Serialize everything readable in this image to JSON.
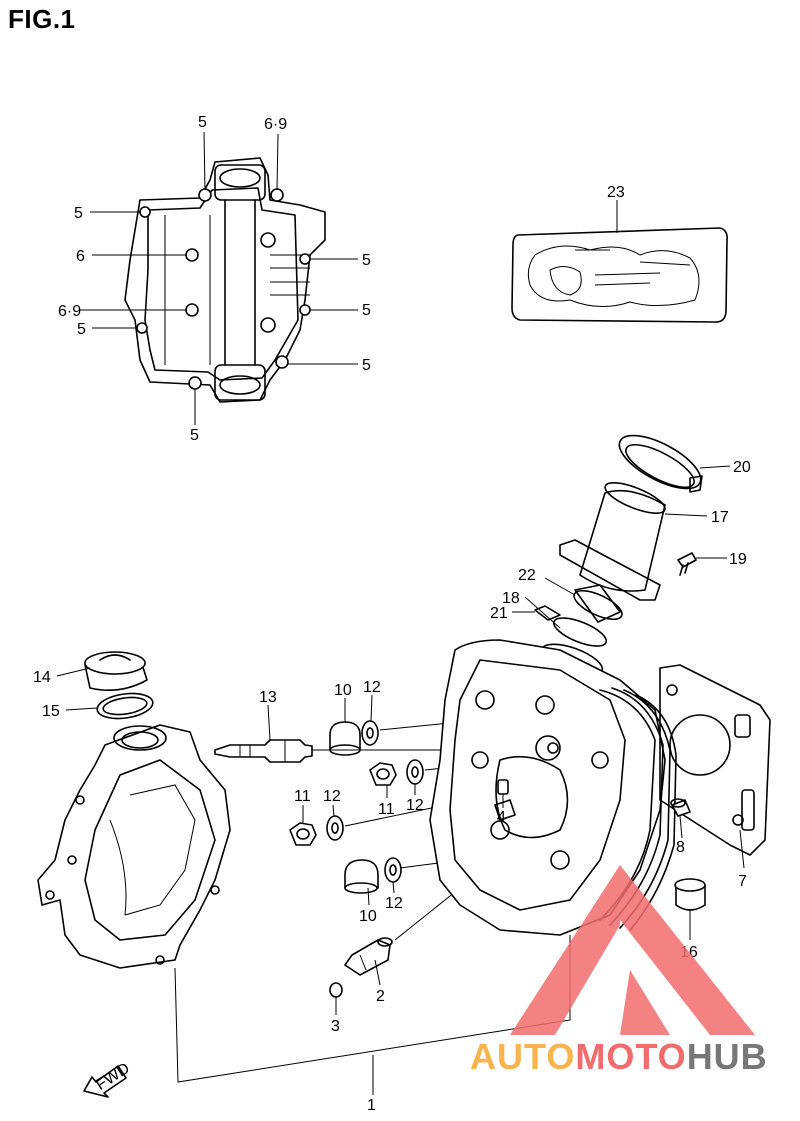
{
  "figure": {
    "title": "FIG.1"
  },
  "fwd_label": "FWD",
  "watermark": {
    "part1": "AUTO",
    "part2": "MOTO",
    "part3": "HUB",
    "colors": [
      "#f7b44a",
      "#f26c6c",
      "#777777"
    ]
  },
  "labels": [
    {
      "id": "l5a",
      "text": "5"
    },
    {
      "id": "l69a",
      "text": "6·9"
    },
    {
      "id": "l5b",
      "text": "5"
    },
    {
      "id": "l6",
      "text": "6"
    },
    {
      "id": "l5c",
      "text": "5"
    },
    {
      "id": "l69b",
      "text": "6·9"
    },
    {
      "id": "l5d",
      "text": "5"
    },
    {
      "id": "l5e",
      "text": "5"
    },
    {
      "id": "l5f",
      "text": "5"
    },
    {
      "id": "l5g",
      "text": "5"
    },
    {
      "id": "l23",
      "text": "23"
    },
    {
      "id": "l20",
      "text": "20"
    },
    {
      "id": "l17",
      "text": "17"
    },
    {
      "id": "l19",
      "text": "19"
    },
    {
      "id": "l22",
      "text": "22"
    },
    {
      "id": "l18",
      "text": "18"
    },
    {
      "id": "l21",
      "text": "21"
    },
    {
      "id": "l14",
      "text": "14"
    },
    {
      "id": "l15",
      "text": "15"
    },
    {
      "id": "l13",
      "text": "13"
    },
    {
      "id": "l10a",
      "text": "10"
    },
    {
      "id": "l12a",
      "text": "12"
    },
    {
      "id": "l11a",
      "text": "11"
    },
    {
      "id": "l12b",
      "text": "12"
    },
    {
      "id": "l11b",
      "text": "11"
    },
    {
      "id": "l12c",
      "text": "12"
    },
    {
      "id": "l4",
      "text": "4"
    },
    {
      "id": "l8",
      "text": "8"
    },
    {
      "id": "l7",
      "text": "7"
    },
    {
      "id": "l16",
      "text": "16"
    },
    {
      "id": "l10b",
      "text": "10"
    },
    {
      "id": "l12d",
      "text": "12"
    },
    {
      "id": "l2",
      "text": "2"
    },
    {
      "id": "l3",
      "text": "3"
    },
    {
      "id": "l1",
      "text": "1"
    }
  ]
}
